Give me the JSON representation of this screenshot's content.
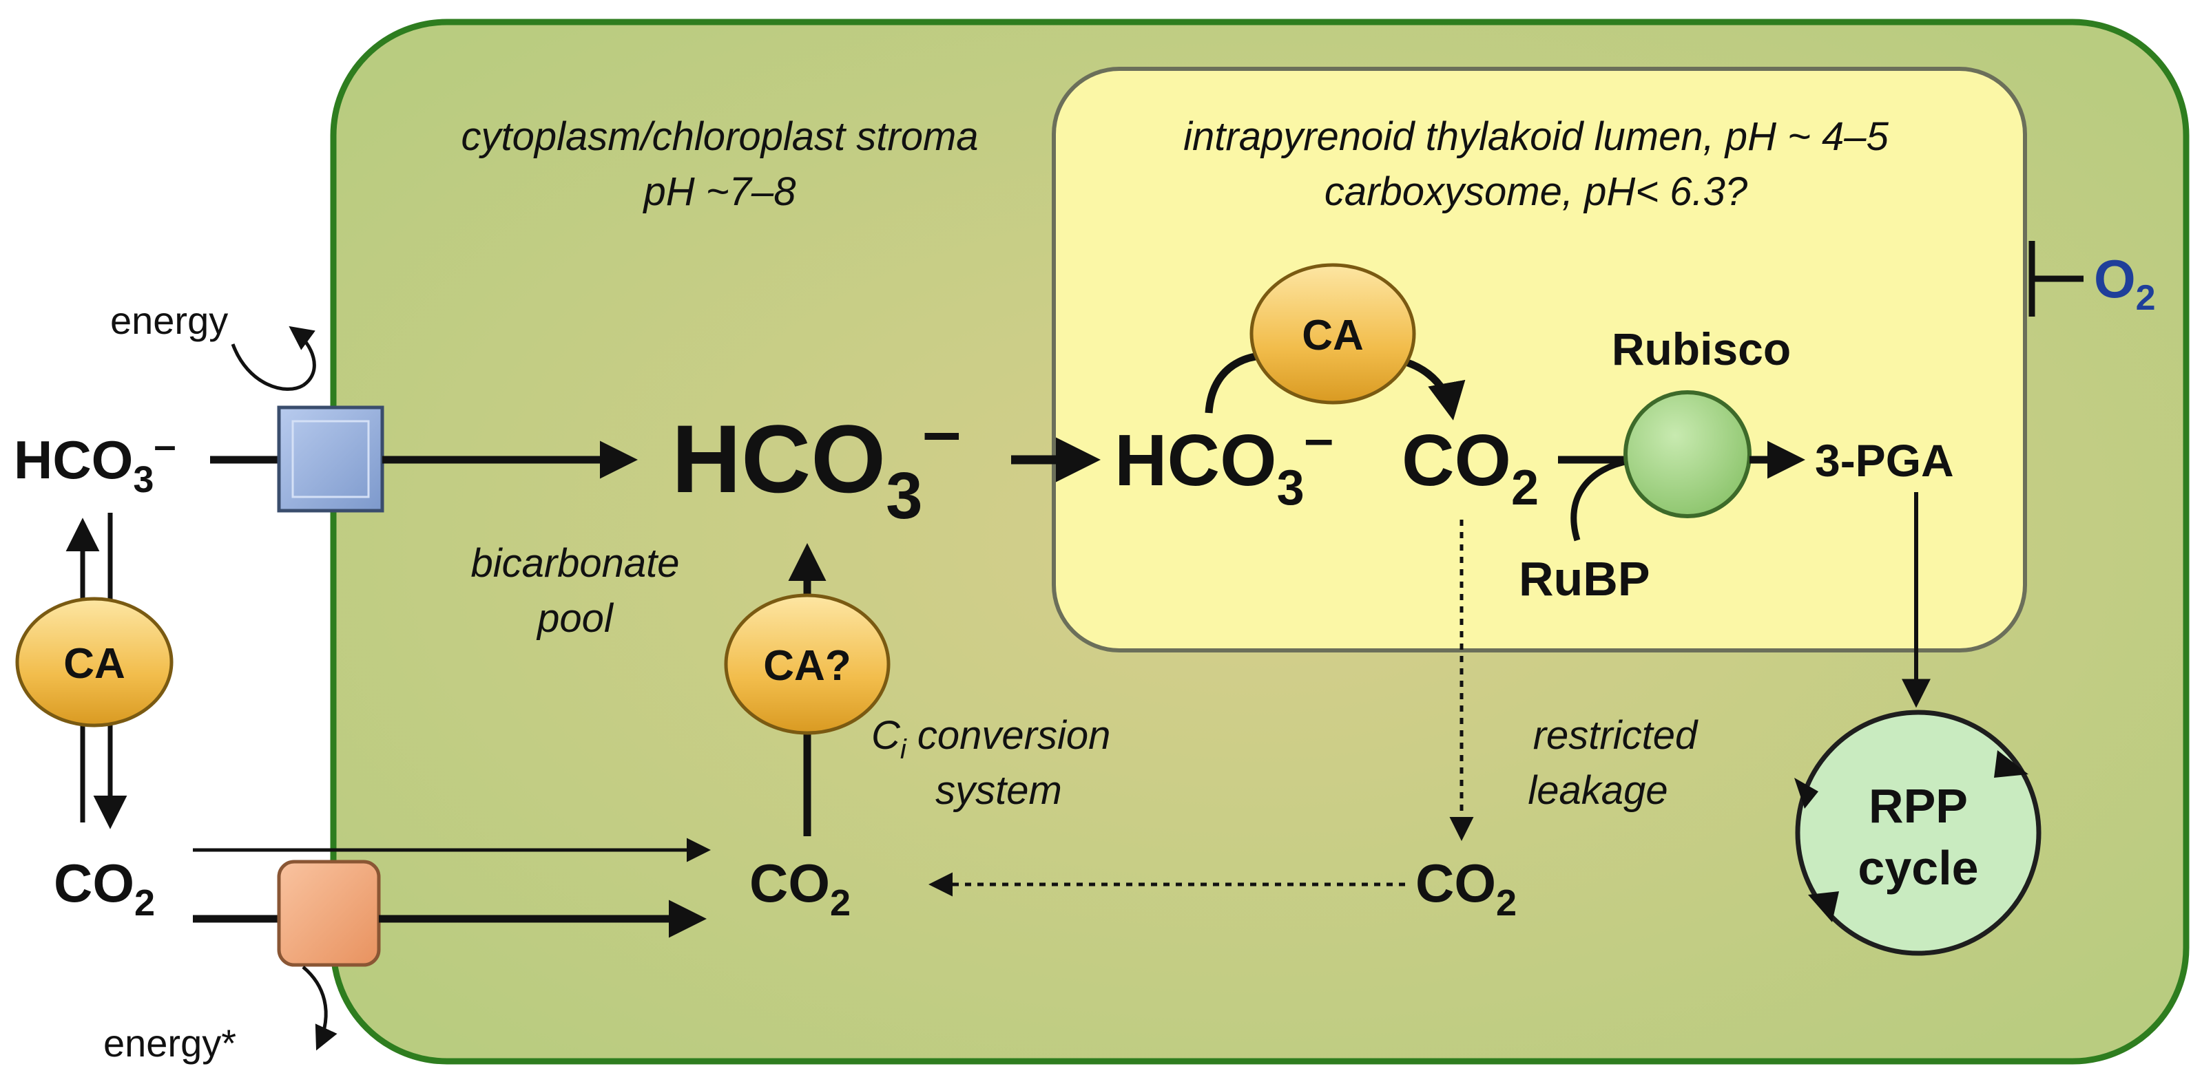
{
  "regions": {
    "cytoplasm_line1": "cytoplasm/chloroplast stroma",
    "cytoplasm_line2": "pH ~7–8",
    "pyrenoid_line1": "intrapyrenoid thylakoid lumen, pH ~ 4–5",
    "pyrenoid_line2": "carboxysome, pH< 6.3?"
  },
  "outside": {
    "hco3": "HCO",
    "hco3_sub": "3",
    "hco3_sup": "–",
    "co2": "CO",
    "co2_sub": "2",
    "energy_top": "energy",
    "energy_bottom": "energy*",
    "ca": "CA"
  },
  "stroma": {
    "hco3_big": "HCO",
    "hco3_big_sub": "3",
    "hco3_big_sup": "–",
    "bicarbonate_pool_line1": "bicarbonate",
    "bicarbonate_pool_line2": "pool",
    "ca_question": "CA?",
    "ci_conversion_c": "C",
    "ci_conversion_sub": "i",
    "ci_conversion_line1": " conversion",
    "ci_conversion_line2": "system",
    "co2": "CO",
    "co2_sub": "2"
  },
  "pyrenoid": {
    "ca": "CA",
    "hco3": "HCO",
    "hco3_sub": "3",
    "hco3_sup": "–",
    "co2": "CO",
    "co2_sub": "2",
    "rubisco": "Rubisco",
    "rubp": "RuBP",
    "pga": "3-PGA"
  },
  "leakage": {
    "line1": "restricted",
    "line2": "leakage",
    "co2": "CO",
    "co2_sub": "2"
  },
  "rpp": {
    "line1": "RPP",
    "line2": "cycle"
  },
  "oxygen": {
    "label": "O",
    "sub": "2"
  },
  "colors": {
    "cell_fill": "#c3d08a",
    "cell_border": "#2e7d1f",
    "pyrenoid_fill": "#fbf7a6",
    "pyrenoid_border": "#6b6f5a",
    "ca_fill": "#f3c356",
    "rubisco_fill": "#a7d68a",
    "rpp_fill": "#c9ebc0",
    "transporter_blue": "#93aedc",
    "transporter_orange": "#f2a77c",
    "oxygen_text": "#1f3f9a"
  }
}
